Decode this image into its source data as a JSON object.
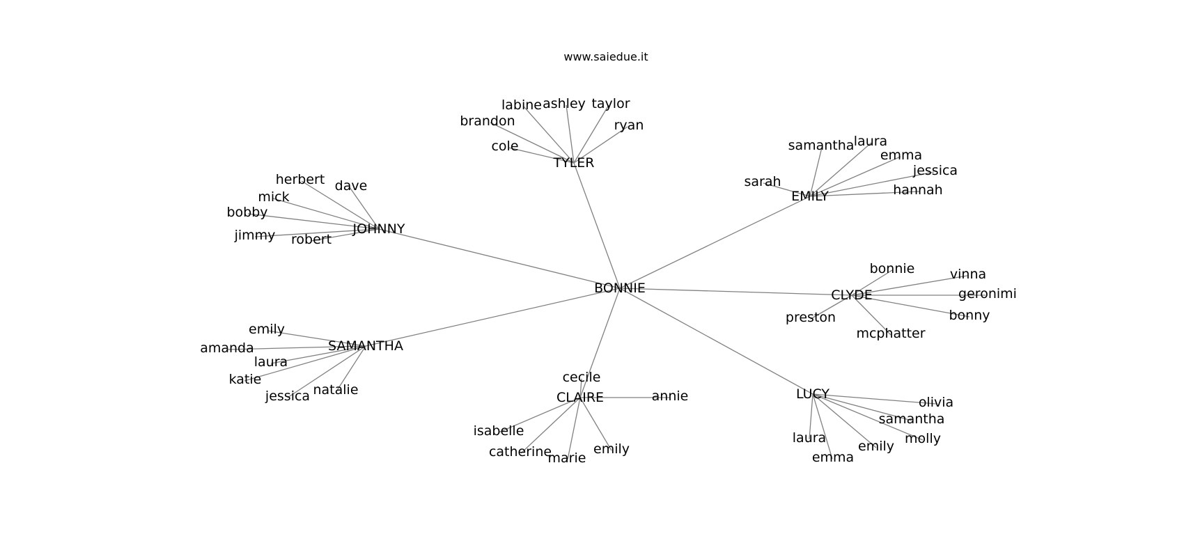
{
  "header": {
    "text": "www.saiedue.it"
  },
  "colors": {
    "edge": "#808080",
    "text": "#000000",
    "background": "#ffffff"
  },
  "root": "BONNIE",
  "hubs": [
    {
      "name": "TYLER",
      "children": [
        "labine",
        "ashley",
        "taylor",
        "brandon",
        "ryan",
        "cole"
      ]
    },
    {
      "name": "EMILY",
      "children": [
        "samantha",
        "laura",
        "emma",
        "jessica",
        "sarah",
        "hannah"
      ]
    },
    {
      "name": "JOHNNY",
      "children": [
        "herbert",
        "dave",
        "mick",
        "bobby",
        "jimmy",
        "robert"
      ]
    },
    {
      "name": "CLYDE",
      "children": [
        "bonnie",
        "vinna",
        "geronimi",
        "bonny",
        "preston",
        "mcphatter"
      ]
    },
    {
      "name": "SAMANTHA",
      "children": [
        "emily",
        "amanda",
        "laura",
        "katie",
        "jessica",
        "natalie"
      ]
    },
    {
      "name": "CLAIRE",
      "children": [
        "cecile",
        "annie",
        "isabelle",
        "catherine",
        "marie",
        "emily"
      ]
    },
    {
      "name": "LUCY",
      "children": [
        "olivia",
        "samantha",
        "molly",
        "laura",
        "emily",
        "emma"
      ]
    }
  ]
}
